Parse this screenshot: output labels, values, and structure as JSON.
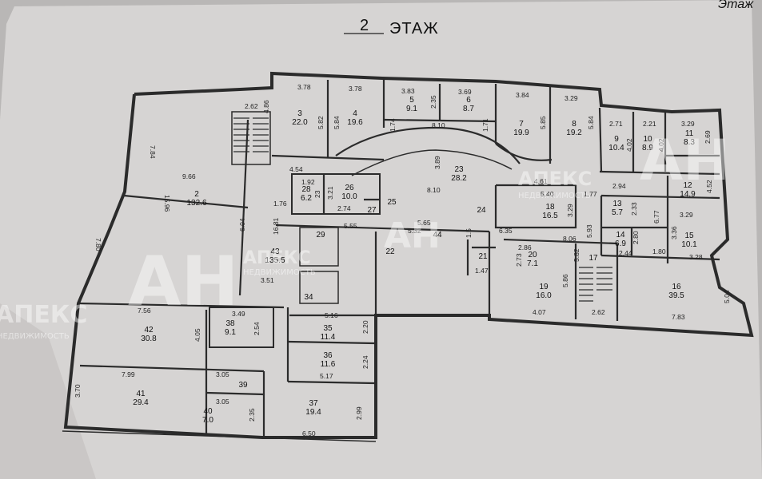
{
  "title": {
    "number": "2",
    "label": "ЭТАЖ"
  },
  "corner_note": "Этаж",
  "watermark": {
    "logo": "АН",
    "brand": "АПЕКС",
    "sub": "НЕДВИЖИМОСТЬ"
  },
  "colors": {
    "paper": "#d6d4d3",
    "ink": "#2a2a2a",
    "background": "#b9b7b6"
  },
  "rooms": [
    {
      "id": "2",
      "area": "132.6"
    },
    {
      "id": "3",
      "area": "22.0"
    },
    {
      "id": "4",
      "area": "19.6"
    },
    {
      "id": "5",
      "area": "9.1"
    },
    {
      "id": "6",
      "area": "8.7"
    },
    {
      "id": "7",
      "area": "19.9"
    },
    {
      "id": "8",
      "area": "19.2"
    },
    {
      "id": "9",
      "area": "10.4"
    },
    {
      "id": "10",
      "area": "8.9"
    },
    {
      "id": "11",
      "area": "8.3"
    },
    {
      "id": "12",
      "area": "14.9"
    },
    {
      "id": "13",
      "area": "5.7"
    },
    {
      "id": "14",
      "area": "6.9"
    },
    {
      "id": "15",
      "area": "10.1"
    },
    {
      "id": "16",
      "area": "39.5"
    },
    {
      "id": "17",
      "area": ""
    },
    {
      "id": "18",
      "area": "16.5"
    },
    {
      "id": "19",
      "area": "16.0"
    },
    {
      "id": "20",
      "area": "7.1"
    },
    {
      "id": "21",
      "area": ""
    },
    {
      "id": "22",
      "area": ""
    },
    {
      "id": "23",
      "area": "28.2"
    },
    {
      "id": "24",
      "area": ""
    },
    {
      "id": "25",
      "area": ""
    },
    {
      "id": "26",
      "area": "10.0"
    },
    {
      "id": "27",
      "area": ""
    },
    {
      "id": "28",
      "area": "6.2"
    },
    {
      "id": "29",
      "area": ""
    },
    {
      "id": "34",
      "area": ""
    },
    {
      "id": "35",
      "area": "11.4"
    },
    {
      "id": "36",
      "area": "11.6"
    },
    {
      "id": "37",
      "area": "19.4"
    },
    {
      "id": "38",
      "area": "9.1"
    },
    {
      "id": "39",
      "area": ""
    },
    {
      "id": "40",
      "area": "7.0"
    },
    {
      "id": "41",
      "area": "29.4"
    },
    {
      "id": "42",
      "area": "30.8"
    },
    {
      "id": "43",
      "area": "135.5"
    },
    {
      "id": "44",
      "area": ""
    }
  ],
  "dimensions": [
    "3.78",
    "3.78",
    "3.83",
    "3.69",
    "3.84",
    "3.29",
    "2.71",
    "2.21",
    "3.29",
    "2.62",
    "4.86",
    "5.82",
    "5.84",
    "2.35",
    "1.74",
    "8.10",
    "1.71",
    "5.85",
    "5.84",
    "4.02",
    "4.02",
    "2.69",
    "7.84",
    "9.66",
    "15.96",
    "4.54",
    "1.92",
    "3.89",
    "23",
    "3.21",
    "8.10",
    "4.61",
    "1.77",
    "2.94",
    "4.52",
    "2.74",
    "1.76",
    "5.40",
    "3.29",
    "2.33",
    "6.77",
    "3.29",
    "5.65",
    "5.32",
    "5.55",
    "6.35",
    "8.06",
    "2.44",
    "2.80",
    "3.36",
    "1.80",
    "3.28",
    "2.86",
    "2.73",
    "5.82",
    "1.47",
    "5.86",
    "7.80",
    "6.04",
    "16.81",
    "3.51",
    "3.49",
    "2.54",
    "4.05",
    "7.56",
    "5.16",
    "2.20",
    "2.24",
    "5.17",
    "4.07",
    "2.62",
    "7.83",
    "5.04",
    "7.99",
    "3.05",
    "3.05",
    "2.35",
    "2.99",
    "6.50",
    "3.70",
    "1.5",
    "5.93"
  ]
}
